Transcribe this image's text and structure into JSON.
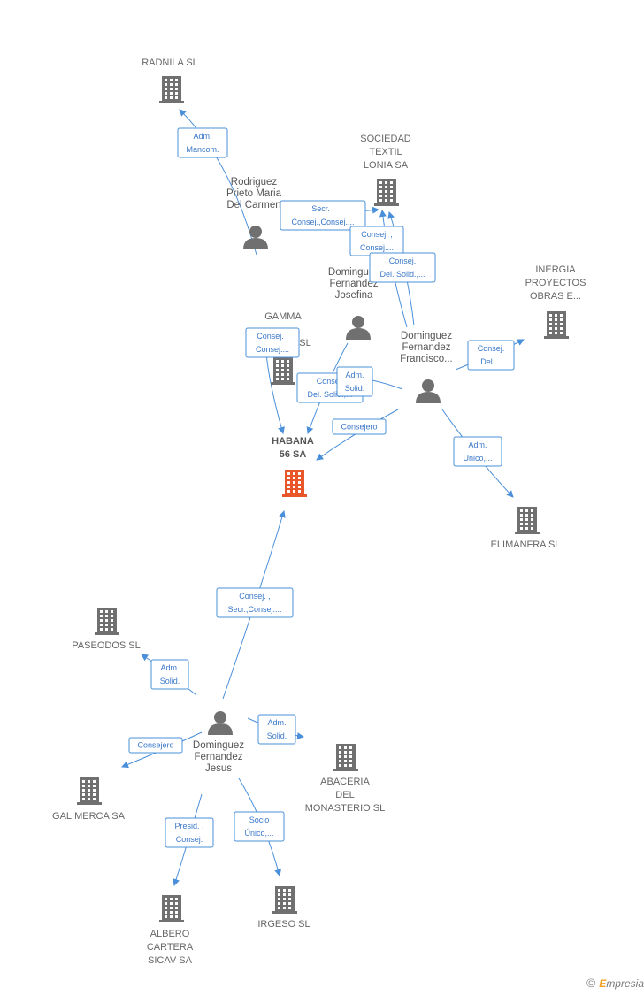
{
  "nodes": {
    "radnila": {
      "label": [
        "RADNILA SL"
      ],
      "type": "company"
    },
    "sociedad": {
      "label": [
        "SOCIEDAD",
        "TEXTIL",
        "LONIA SA"
      ],
      "type": "company"
    },
    "inergia": {
      "label": [
        "INERGIA",
        "PROYECTOS",
        "OBRAS E..."
      ],
      "type": "company"
    },
    "gamma": {
      "label": [
        "GAMMA",
        "",
        "SL"
      ],
      "type": "company"
    },
    "habana": {
      "label": [
        "HABANA",
        "56 SA"
      ],
      "type": "company-main"
    },
    "elimanfra": {
      "label": [
        "ELIMANFRA SL"
      ],
      "type": "company"
    },
    "paseodos": {
      "label": [
        "PASEODOS SL"
      ],
      "type": "company"
    },
    "galimerca": {
      "label": [
        "GALIMERCA SA"
      ],
      "type": "company"
    },
    "abaceria": {
      "label": [
        "ABACERIA",
        "DEL",
        "MONASTERIO SL"
      ],
      "type": "company"
    },
    "albero": {
      "label": [
        "ALBERO",
        "CARTERA",
        "SICAV SA"
      ],
      "type": "company"
    },
    "irgeso": {
      "label": [
        "IRGESO SL"
      ],
      "type": "company"
    },
    "rodriguez": {
      "label": [
        "Rodriguez",
        "Prieto Maria",
        "Del Carmen"
      ],
      "type": "person"
    },
    "josefina": {
      "label": [
        "Dominguez",
        "Fernandez",
        "Josefina"
      ],
      "type": "person"
    },
    "francisco": {
      "label": [
        "Dominguez",
        "Fernandez",
        "Francisco..."
      ],
      "type": "person"
    },
    "jesus": {
      "label": [
        "Dominguez",
        "Fernandez",
        "Jesus"
      ],
      "type": "person"
    }
  },
  "edges": [
    {
      "id": "e1",
      "label": [
        "Adm.",
        "Mancom."
      ]
    },
    {
      "id": "e2",
      "label": [
        "Secr. ,",
        "Consej.,Consej...."
      ]
    },
    {
      "id": "e3",
      "label": [
        "Consej. ,",
        "Consej...."
      ]
    },
    {
      "id": "e4",
      "label": [
        "Consej.",
        "Del. Solid.,..."
      ]
    },
    {
      "id": "e5",
      "label": [
        "Consej. ,",
        "Consej...."
      ]
    },
    {
      "id": "e6",
      "label": [
        "Consej.",
        "Del...."
      ]
    },
    {
      "id": "e7",
      "label": [
        "Consej.",
        "Del. Solid.,..."
      ]
    },
    {
      "id": "e8",
      "label": [
        "Adm.",
        "Solid."
      ]
    },
    {
      "id": "e9",
      "label": [
        "Consejero"
      ]
    },
    {
      "id": "e10",
      "label": [
        "Adm.",
        "Unico,..."
      ]
    },
    {
      "id": "e11",
      "label": [
        "Consej. ,",
        "Secr.,Consej...."
      ]
    },
    {
      "id": "e12",
      "label": [
        "Adm.",
        "Solid."
      ]
    },
    {
      "id": "e13",
      "label": [
        "Adm.",
        "Solid."
      ]
    },
    {
      "id": "e14",
      "label": [
        "Consejero"
      ]
    },
    {
      "id": "e15",
      "label": [
        "Presid. ,",
        "Consej."
      ]
    },
    {
      "id": "e16",
      "label": [
        "Socio",
        "Único,..."
      ]
    }
  ],
  "colors": {
    "edge": "#4a8fd9",
    "node": "#707070",
    "main_node": "#e8562a"
  },
  "brand": {
    "copyright": "©",
    "first": "E",
    "rest": "mpresia"
  }
}
